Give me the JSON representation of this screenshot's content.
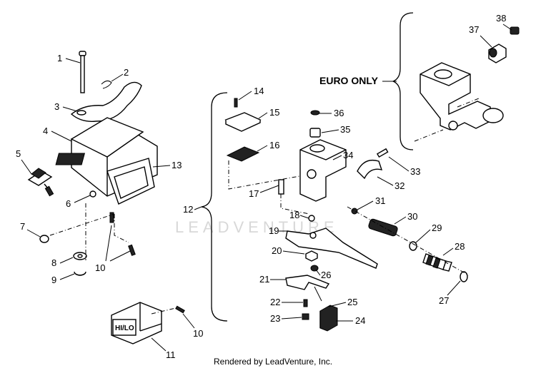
{
  "callouts": [
    {
      "n": "1"
    },
    {
      "n": "2"
    },
    {
      "n": "3"
    },
    {
      "n": "4"
    },
    {
      "n": "5"
    },
    {
      "n": "6"
    },
    {
      "n": "7"
    },
    {
      "n": "8"
    },
    {
      "n": "9"
    },
    {
      "n": "10"
    },
    {
      "n": "10"
    },
    {
      "n": "11"
    },
    {
      "n": "12"
    },
    {
      "n": "13"
    },
    {
      "n": "14"
    },
    {
      "n": "15"
    },
    {
      "n": "16"
    },
    {
      "n": "17"
    },
    {
      "n": "18"
    },
    {
      "n": "19"
    },
    {
      "n": "20"
    },
    {
      "n": "21"
    },
    {
      "n": "22"
    },
    {
      "n": "23"
    },
    {
      "n": "24"
    },
    {
      "n": "25"
    },
    {
      "n": "26"
    },
    {
      "n": "27"
    },
    {
      "n": "28"
    },
    {
      "n": "29"
    },
    {
      "n": "30"
    },
    {
      "n": "31"
    },
    {
      "n": "32"
    },
    {
      "n": "33"
    },
    {
      "n": "34"
    },
    {
      "n": "35"
    },
    {
      "n": "36"
    },
    {
      "n": "37"
    },
    {
      "n": "38"
    }
  ],
  "euro_label": "EURO ONLY",
  "switch_label": "HI/LO",
  "watermark": "LEADVENTURE",
  "footer": "Rendered by LeadVenture, Inc."
}
